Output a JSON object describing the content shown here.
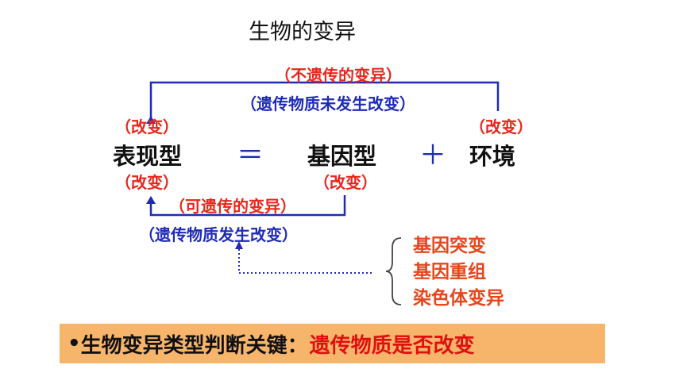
{
  "title": "生物的变异",
  "top_label": "（不遗传的变异）",
  "top_sub": "（遗传物质未发生改变）",
  "change": "（改变）",
  "formula": {
    "phenotype": "表现型",
    "equals": "＝",
    "genotype": "基因型",
    "plus": "＋",
    "environment": "环境"
  },
  "bottom_label": "（可遗传的变异）",
  "bottom_sub": "（遗传物质发生改变）",
  "sources": [
    "基因突变",
    "基因重组",
    "染色体变异"
  ],
  "banner": {
    "bullet": "•",
    "key": "生物变异类型判断关键：",
    "answer": "遗传物质是否改变"
  },
  "colors": {
    "red": "#e8261c",
    "blue": "#1f2bb8",
    "banner_bg": "#f6b56b"
  }
}
